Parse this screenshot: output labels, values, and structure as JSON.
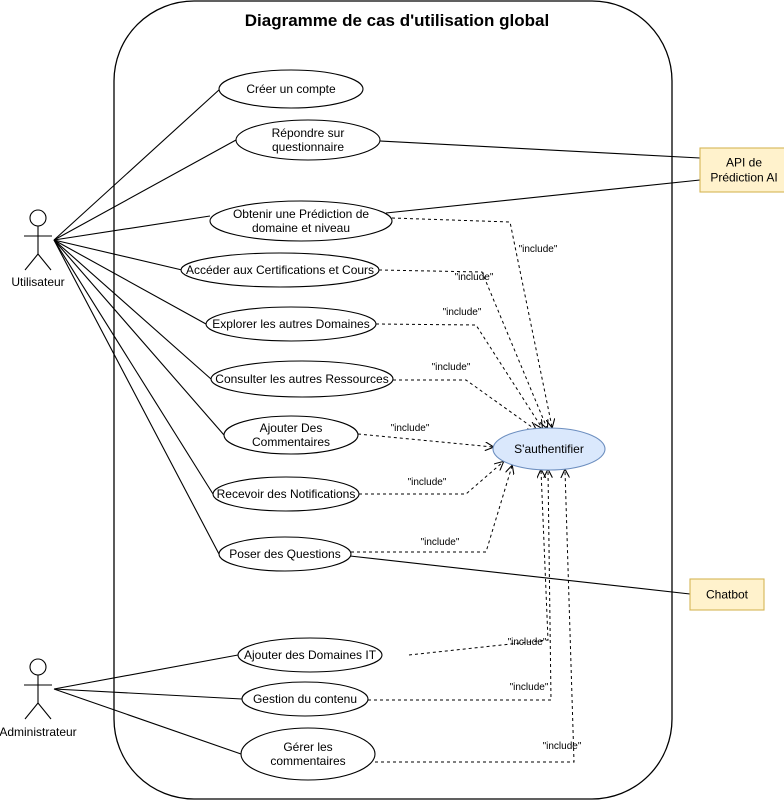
{
  "title": "Diagramme  de cas d'utilisation global",
  "colors": {
    "auth_fill": "#dae8fc",
    "auth_stroke": "#6c8ebf",
    "external_fill": "#fff2cc",
    "external_stroke": "#d6b656",
    "line": "#000000"
  },
  "actors": [
    {
      "id": "user",
      "label": "Utilisateur"
    },
    {
      "id": "admin",
      "label": "Administrateur"
    }
  ],
  "external_systems": [
    {
      "id": "api",
      "lines": [
        "API de",
        "Prédiction AI"
      ]
    },
    {
      "id": "chatbot",
      "lines": [
        "Chatbot"
      ]
    }
  ],
  "use_cases": [
    {
      "id": "creer",
      "lines": [
        "Créer un compte"
      ]
    },
    {
      "id": "repondre",
      "lines": [
        "Répondre sur",
        "questionnaire"
      ]
    },
    {
      "id": "obtenir",
      "lines": [
        "Obtenir une Prédiction de",
        "domaine et niveau"
      ]
    },
    {
      "id": "certif",
      "lines": [
        "Accéder aux Certifications et Cours"
      ]
    },
    {
      "id": "explorer",
      "lines": [
        "Explorer les autres Domaines"
      ]
    },
    {
      "id": "consulter",
      "lines": [
        "Consulter les autres Ressources"
      ]
    },
    {
      "id": "ajouter_com",
      "lines": [
        "Ajouter Des",
        "Commentaires"
      ]
    },
    {
      "id": "notif",
      "lines": [
        "Recevoir des Notifications"
      ]
    },
    {
      "id": "poser",
      "lines": [
        "Poser des Questions"
      ]
    },
    {
      "id": "auth",
      "lines": [
        "S'authentifier"
      ]
    },
    {
      "id": "ajouter_dom",
      "lines": [
        "Ajouter des Domaines IT"
      ]
    },
    {
      "id": "gestion",
      "lines": [
        "Gestion du contenu"
      ]
    },
    {
      "id": "gerer",
      "lines": [
        "Gérer les",
        "commentaires"
      ]
    }
  ],
  "include_label": "\"include\"",
  "associations": [
    [
      "user",
      "creer"
    ],
    [
      "user",
      "repondre"
    ],
    [
      "user",
      "obtenir"
    ],
    [
      "user",
      "certif"
    ],
    [
      "user",
      "explorer"
    ],
    [
      "user",
      "consulter"
    ],
    [
      "user",
      "ajouter_com"
    ],
    [
      "user",
      "notif"
    ],
    [
      "user",
      "poser"
    ],
    [
      "admin",
      "ajouter_dom"
    ],
    [
      "admin",
      "gestion"
    ],
    [
      "admin",
      "gerer"
    ],
    [
      "repondre",
      "api"
    ],
    [
      "obtenir",
      "api"
    ],
    [
      "poser",
      "chatbot"
    ]
  ],
  "includes": [
    "obtenir",
    "certif",
    "explorer",
    "consulter",
    "ajouter_com",
    "notif",
    "poser",
    "ajouter_dom",
    "gestion",
    "gerer"
  ]
}
